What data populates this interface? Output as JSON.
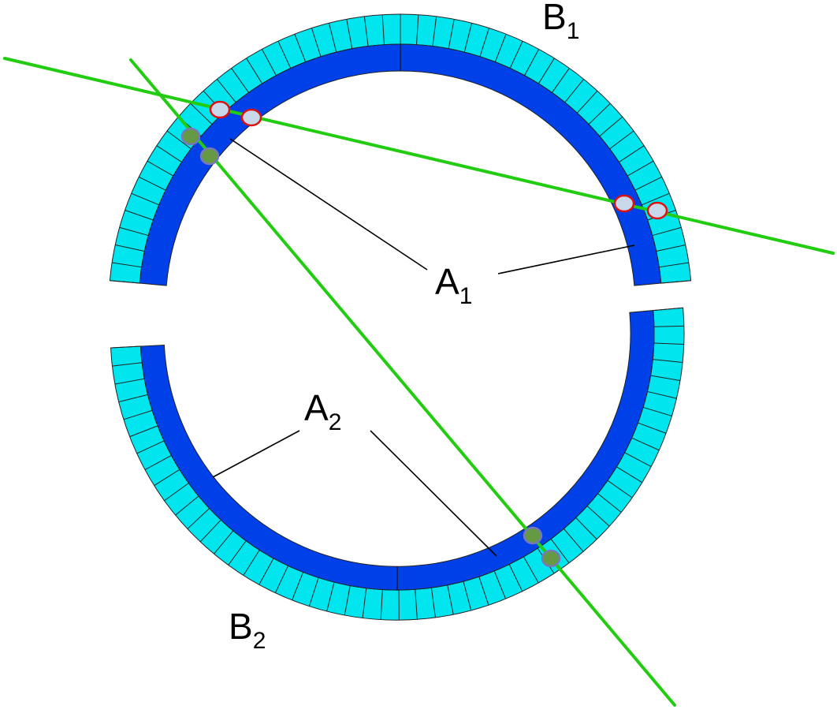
{
  "labels": {
    "b1": {
      "main": "B",
      "sub": "1"
    },
    "a1": {
      "main": "A",
      "sub": "1"
    },
    "a2": {
      "main": "A",
      "sub": "2"
    },
    "b2": {
      "main": "B",
      "sub": "2"
    }
  },
  "colors": {
    "outer_ring_cells": "#00e5ee",
    "inner_ring": "#0040e8",
    "lines_of_response": "#22cc11",
    "hit_red_fill": "#c8d8ea",
    "hit_red_stroke": "#dd1111",
    "hit_green_fill": "#669944",
    "hit_green_stroke": "#7777bb",
    "leader": "#000000",
    "cell_border": "#222222"
  }
}
